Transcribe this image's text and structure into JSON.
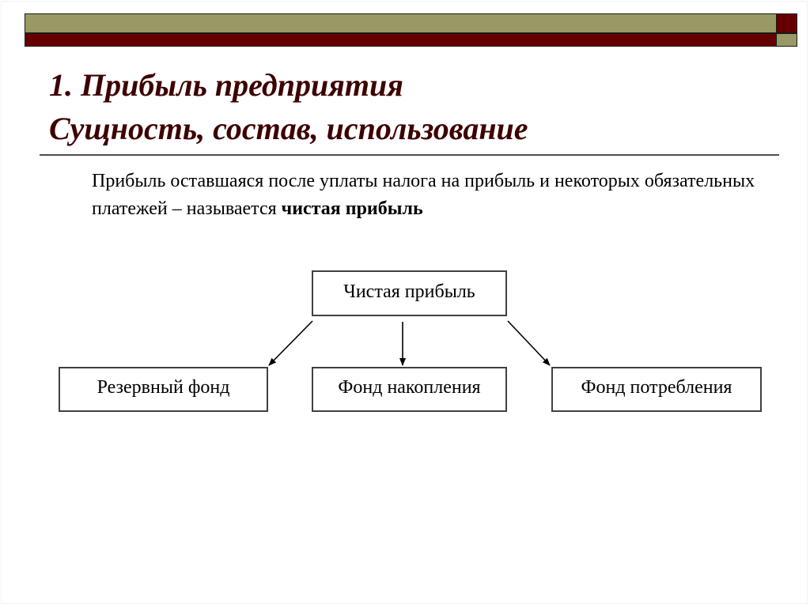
{
  "slide": {
    "title_line1": "1. Прибыль предприятия",
    "title_line2": "Сущность, состав, использование",
    "paragraph": {
      "text_before": "Прибыль оставшаяся после уплаты налога на прибыль и некоторых обязательных платежей – называется ",
      "text_bold": "чистая прибыль"
    }
  },
  "diagram": {
    "root": "Чистая прибыль",
    "children": [
      "Резервный фонд",
      "Фонд накопления",
      "Фонд потребления"
    ]
  },
  "colors": {
    "olive": "#999966",
    "dark_red": "#660000",
    "title": "#3d0000"
  }
}
